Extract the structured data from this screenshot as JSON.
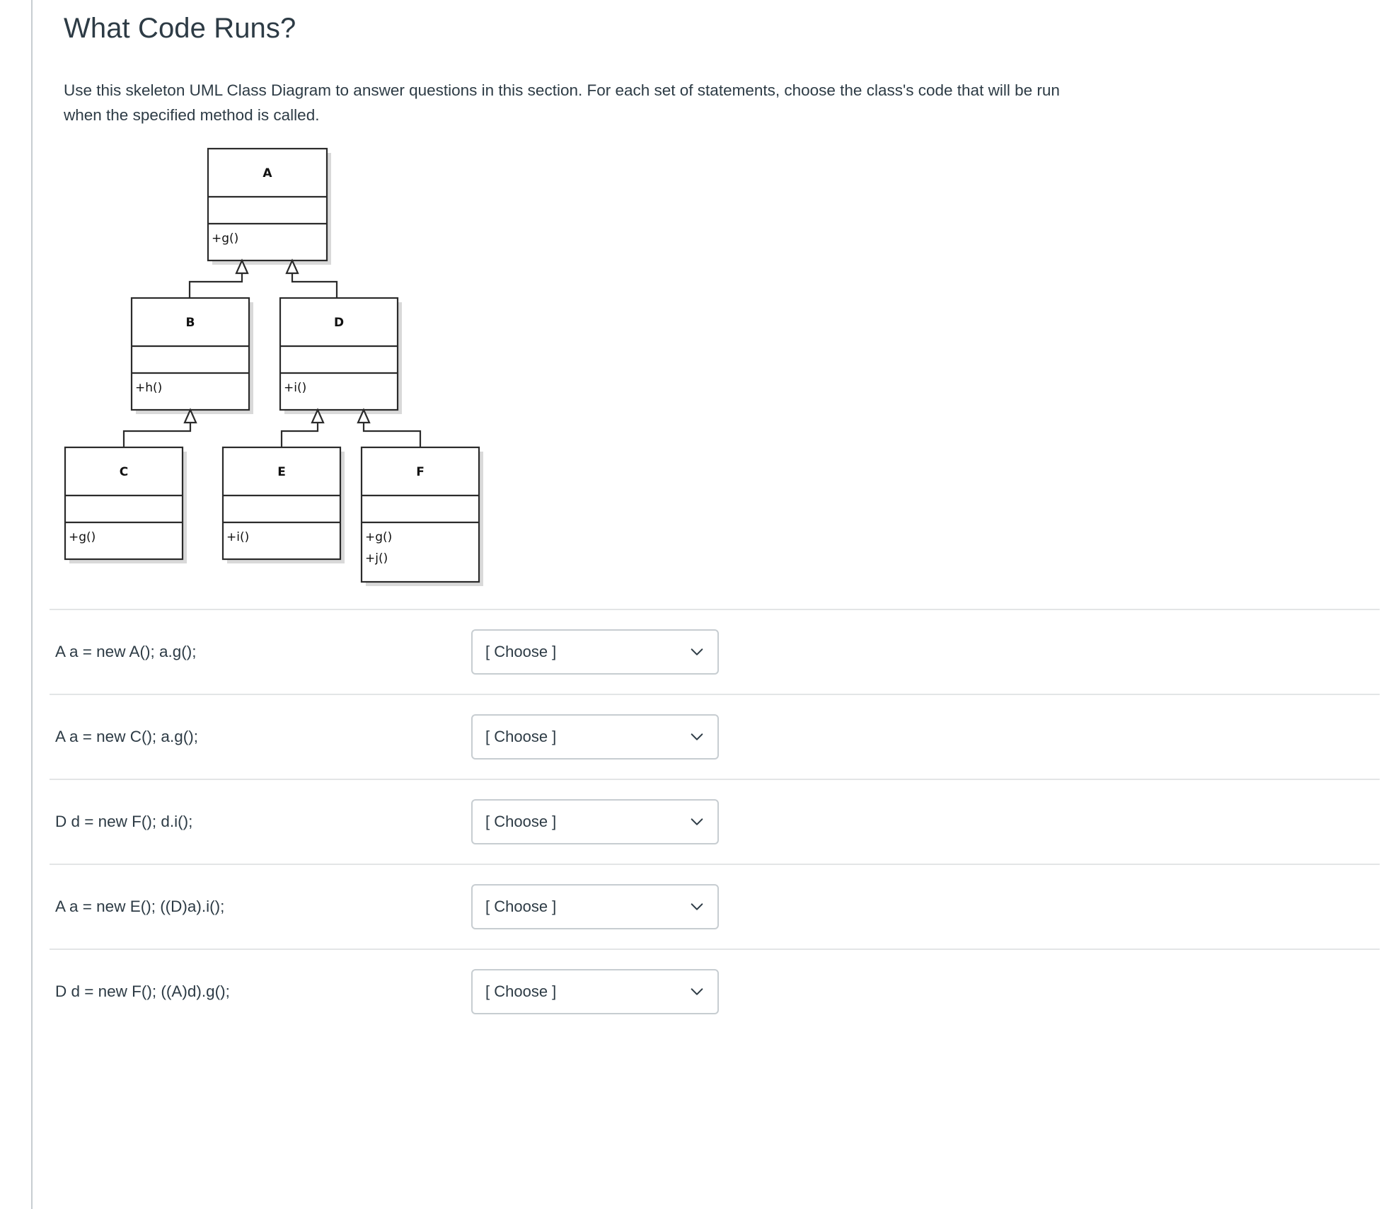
{
  "page": {
    "title": "What Code Runs?",
    "intro": "Use this skeleton UML Class Diagram to answer questions in this section.  For each set of statements, choose the class's code that will be run when the specified method is called."
  },
  "diagram": {
    "type": "uml-class-diagram",
    "classes": [
      {
        "id": "A",
        "name": "A",
        "attributes": [],
        "methods": [
          "+g()"
        ]
      },
      {
        "id": "B",
        "name": "B",
        "attributes": [],
        "methods": [
          "+h()"
        ]
      },
      {
        "id": "D",
        "name": "D",
        "attributes": [],
        "methods": [
          "+i()"
        ]
      },
      {
        "id": "C",
        "name": "C",
        "attributes": [],
        "methods": [
          "+g()"
        ]
      },
      {
        "id": "E",
        "name": "E",
        "attributes": [],
        "methods": [
          "+i()"
        ]
      },
      {
        "id": "F",
        "name": "F",
        "attributes": [],
        "methods": [
          "+g()",
          "+j()"
        ]
      }
    ],
    "generalizations": [
      {
        "child": "B",
        "parent": "A"
      },
      {
        "child": "D",
        "parent": "A"
      },
      {
        "child": "C",
        "parent": "B"
      },
      {
        "child": "E",
        "parent": "D"
      },
      {
        "child": "F",
        "parent": "D"
      }
    ]
  },
  "questions": [
    {
      "statement": "A a = new A(); a.g();",
      "answer": "[ Choose ]"
    },
    {
      "statement": "A a = new C(); a.g();",
      "answer": "[ Choose ]"
    },
    {
      "statement": "D d = new F(); d.i();",
      "answer": "[ Choose ]"
    },
    {
      "statement": "A a = new E(); ((D)a).i();",
      "answer": "[ Choose ]"
    },
    {
      "statement": "D d = new F(); ((A)d).g();",
      "answer": "[ Choose ]"
    }
  ],
  "colors": {
    "text": "#2d3b45",
    "rule": "#e3e5e6",
    "border": "#c7cdd1"
  }
}
